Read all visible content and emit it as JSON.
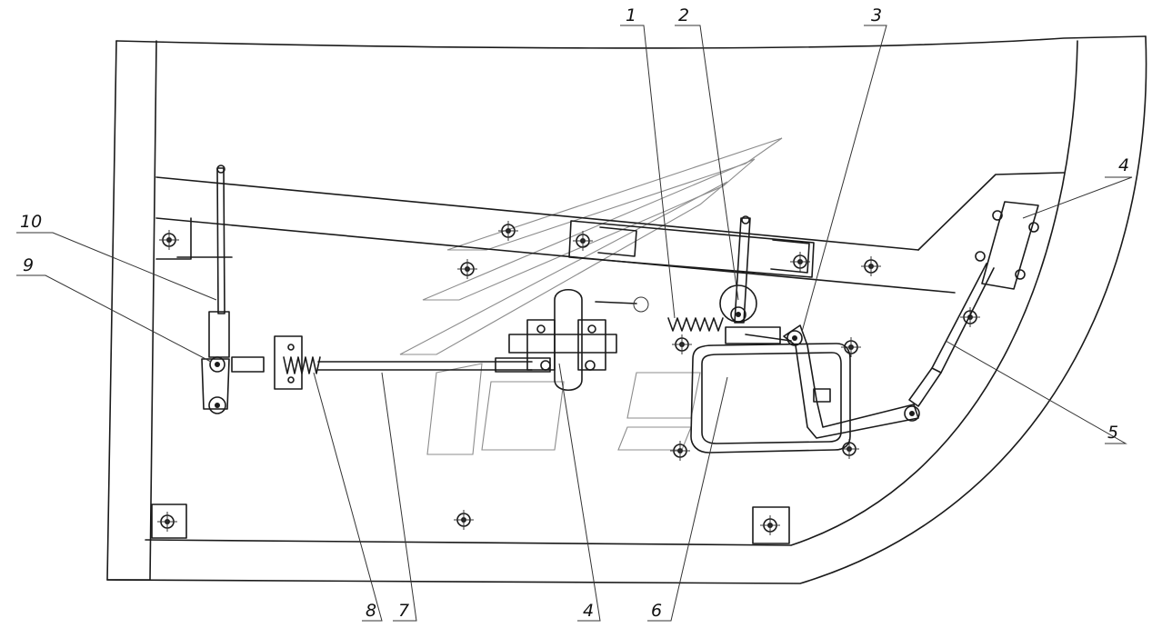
{
  "callouts": [
    {
      "id": "1",
      "label": "1"
    },
    {
      "id": "2",
      "label": "2"
    },
    {
      "id": "3",
      "label": "3"
    },
    {
      "id": "4-top",
      "label": "4"
    },
    {
      "id": "4-bottom",
      "label": "4"
    },
    {
      "id": "5",
      "label": "5"
    },
    {
      "id": "6",
      "label": "6"
    },
    {
      "id": "7",
      "label": "7"
    },
    {
      "id": "8",
      "label": "8"
    },
    {
      "id": "9",
      "label": "9"
    },
    {
      "id": "10",
      "label": "10"
    }
  ],
  "colors": {
    "ink": "#1a1a1a",
    "watermark": "#8c8c8c",
    "background": "#ffffff"
  },
  "icons": {
    "fastener": "bolt-crosshair-icon",
    "watermark": "logo-watermark"
  }
}
